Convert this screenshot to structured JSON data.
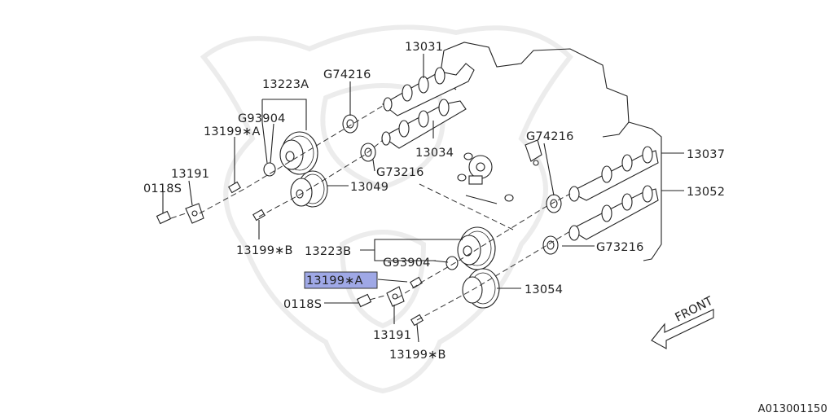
{
  "diagram": {
    "catalog_id": "A013001150",
    "highlight_color": "#9fa8e6",
    "front_label": "FRONT",
    "labels": {
      "p13031": "13031",
      "p13223A": "13223A",
      "pG74216_top": "G74216",
      "pG93904_top": "G93904",
      "p13199A_top": "13199∗A",
      "p13191_top": "13191",
      "p0118S_top": "0118S",
      "p13049": "13049",
      "p13199B_top": "13199∗B",
      "p13034": "13034",
      "pG73216_top": "G73216",
      "pG74216_right": "G74216",
      "p13037": "13037",
      "p13052": "13052",
      "pG73216_right": "G73216",
      "p13223B": "13223B",
      "pG93904_bottom": "G93904",
      "p13199A_bottom": "13199∗A",
      "p13054": "13054",
      "p0118S_bottom": "0118S",
      "p13191_bottom": "13191",
      "p13199B_bottom": "13199∗B"
    }
  }
}
